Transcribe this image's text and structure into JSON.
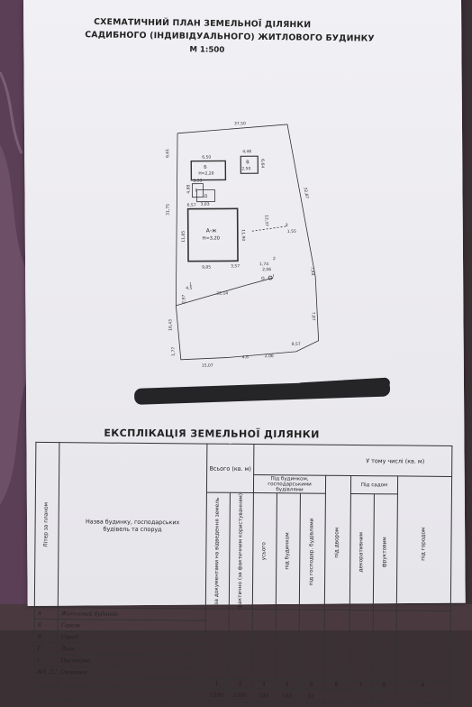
{
  "header": {
    "title_line1": "СХЕМАТИЧНИЙ ПЛАН ЗЕМЕЛЬНОЇ ДІЛЯНКИ",
    "title_line2": "САДИБНОГО (ІНДИВІДУАЛЬНОГО) ЖИТЛОВОГО БУДИНКУ",
    "scale": "М 1:500"
  },
  "plan": {
    "dims": {
      "top": "37,50",
      "left_upper": "31,75",
      "left_lower": "16,43",
      "left_small": "1,77",
      "right_upper": "32,87",
      "right_mid": "7,44",
      "right_lower": "7,87",
      "bottom_left": "15,07",
      "bottom_mid": "4,6",
      "bottom_mid2": "2,06",
      "bottom_right": "8,57",
      "inner_line": "22,14",
      "inner_small": "2,97",
      "side_top": "6,61",
      "side_mid": "12,37",
      "house_w": "9,85",
      "house_h": "11,85",
      "house_top": "6,57",
      "house_side": "11,90",
      "house_bot": "3,57",
      "b1_top": "6,50",
      "b1_w": "4,46",
      "b2_side": "6,64",
      "b2_bot": "2,50",
      "g_top": "3,53",
      "g_bot": "3,83",
      "g_side": "4,88",
      "misc1": "1,55",
      "misc2": "1,74",
      "misc3": "2,06",
      "misc4": "4,5"
    },
    "labels": {
      "house": "А-ж",
      "house_h": "Н=3,20",
      "b": "Б",
      "b_h": "Н=2,20",
      "v": "В",
      "g": "Г",
      "d": "Д",
      "e": "I",
      "num1": "1",
      "num2": "2",
      "num3": "3",
      "o": "О"
    }
  },
  "section_title": "ЕКСПЛІКАЦІЯ ЗЕМЕЛЬНОЇ ДІЛЯНКИ",
  "table": {
    "col_letter": "Літер за планом",
    "col_name": "Назва будинку, господарських будівель та споруд",
    "col_total": "Всього (кв. м)",
    "col_incl": "У тому числі (кв. м)",
    "col_built_group": "Під будинком, господарськими будівлями",
    "col_garden_group": "Під садом",
    "sub_docs": "за документами на відведення земель",
    "sub_fact": "фактично (за фактичним користуванням)",
    "sub_all": "усього",
    "sub_house": "під будинком",
    "sub_hh": "під господар. будівлями",
    "sub_yard": "під двором",
    "sub_decor": "декоративним",
    "sub_fruit": "фруктовим",
    "sub_veg": "під городом",
    "col_numbers": [
      "1",
      "2",
      "3",
      "4",
      "5",
      "6",
      "7",
      "8",
      "9"
    ],
    "rows": [
      {
        "letter": "А",
        "name": "Житловий будинок"
      },
      {
        "letter": "Б",
        "name": "Гараж"
      },
      {
        "letter": "В",
        "name": "Сарай"
      },
      {
        "letter": "Г",
        "name": "Льох"
      },
      {
        "letter": "I",
        "name": "Цистерна"
      },
      {
        "letter": "№1,2,3",
        "name": "Огорожа"
      }
    ],
    "totals": {
      "docs": "1590",
      "fact": "1590",
      "all": "193",
      "house": "142",
      "hh": "51",
      "yard": "",
      "decor": "",
      "fruit": "",
      "veg": ""
    }
  }
}
